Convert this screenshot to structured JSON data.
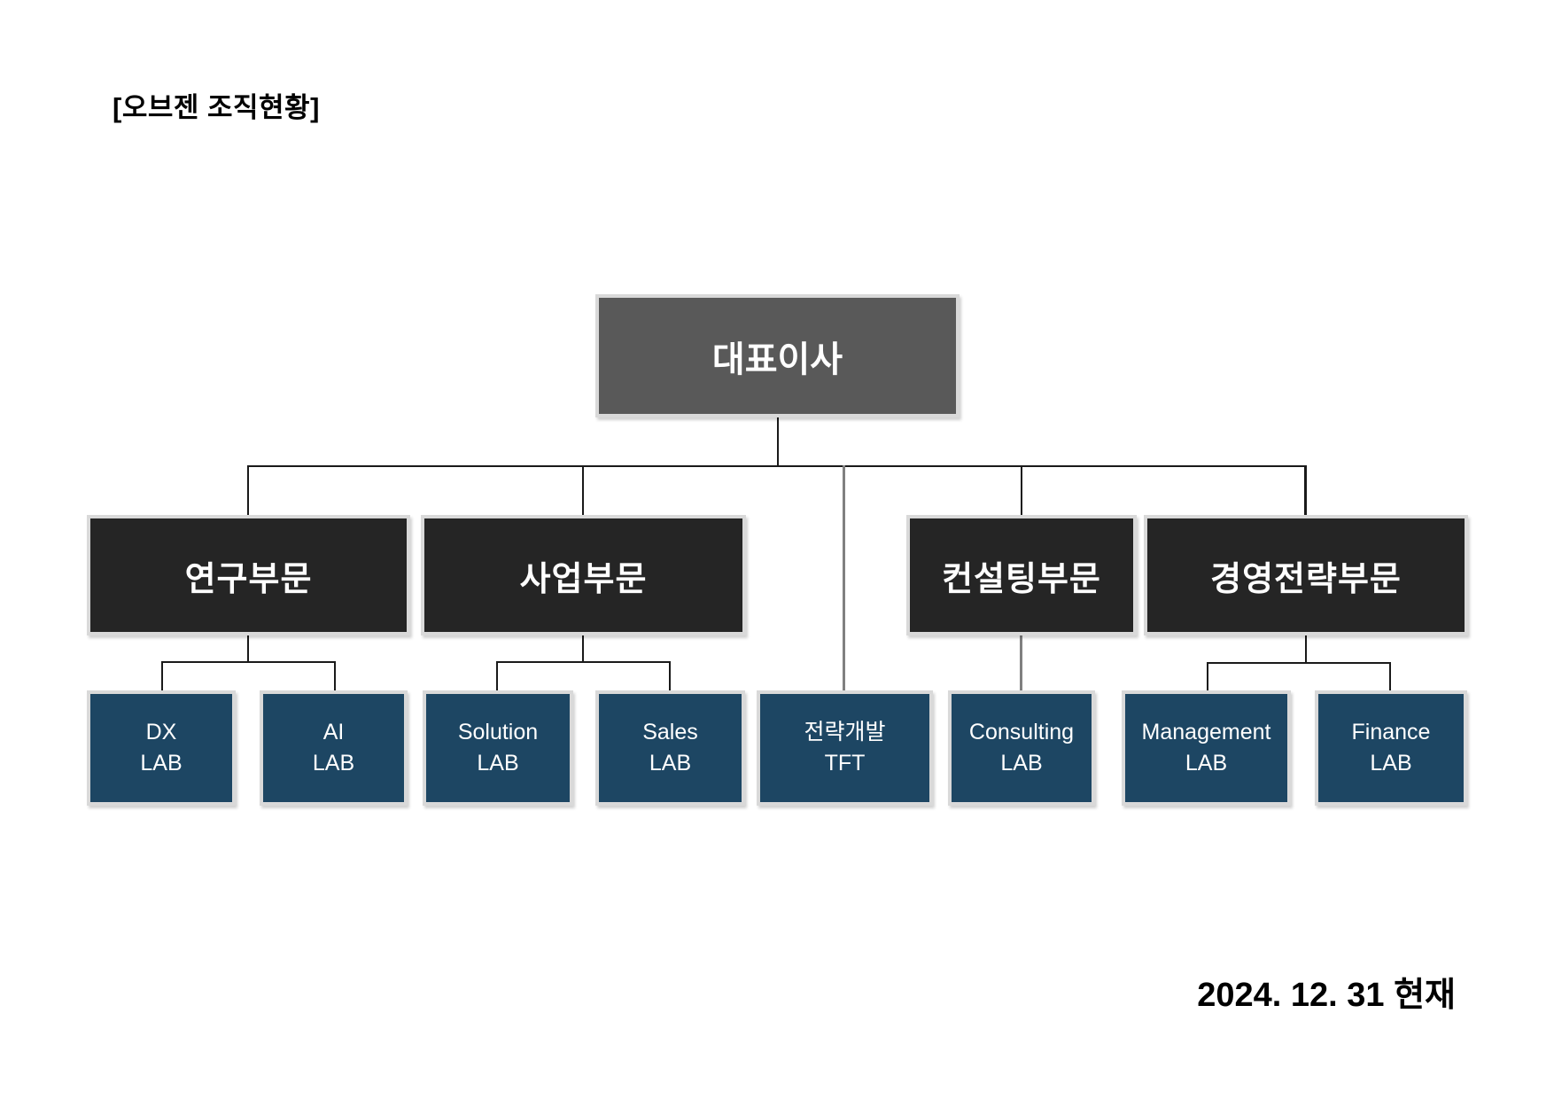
{
  "page": {
    "title": "[오브젠 조직현황]",
    "date_note": "2024. 12. 31 현재"
  },
  "colors": {
    "page_background": "#FFFFFF",
    "heading_text": "#000000",
    "ceo_box_fill": "#595959",
    "division_box_fill": "#252525",
    "unit_box_fill": "#1D4663",
    "box_border": "#D9D9D9",
    "box_text": "#FFFFFF",
    "connector_line": "#1A1A1A",
    "connector_line_gray": "#808080"
  },
  "org": {
    "ceo": {
      "label": "대표이사"
    },
    "divisions": [
      {
        "label": "연구부문"
      },
      {
        "label": "사업부문"
      },
      {
        "label": "컨설팅부문"
      },
      {
        "label": "경영전략부문"
      }
    ],
    "units": [
      {
        "line1": "DX",
        "line2": "LAB"
      },
      {
        "line1": "AI",
        "line2": "LAB"
      },
      {
        "line1": "Solution",
        "line2": "LAB"
      },
      {
        "line1": "Sales",
        "line2": "LAB"
      },
      {
        "line1": "전략개발",
        "line2": "TFT"
      },
      {
        "line1": "Consulting",
        "line2": "LAB"
      },
      {
        "line1": "Management",
        "line2": "LAB"
      },
      {
        "line1": "Finance",
        "line2": "LAB"
      }
    ]
  }
}
